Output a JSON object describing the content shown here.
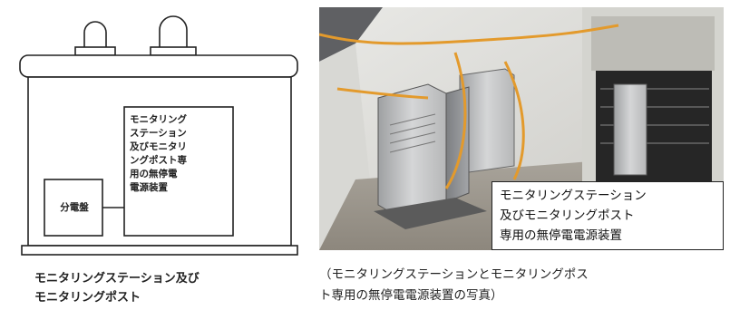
{
  "diagram": {
    "distribution_board_label": "分電盤",
    "ups_label": "モニタリング\nステーション\n及びモニタリ\nングポスト専\n用の無停電\n電源装置",
    "caption": "モニタリングステーション及び\nモニタリングポスト"
  },
  "photo": {
    "label": "モニタリングステーション\n及びモニタリングポスト\n専用の無停電電源装置",
    "caption": "（モニタリングステーションとモニタリングポス\nト専用の無停電電源装置の写真）"
  }
}
